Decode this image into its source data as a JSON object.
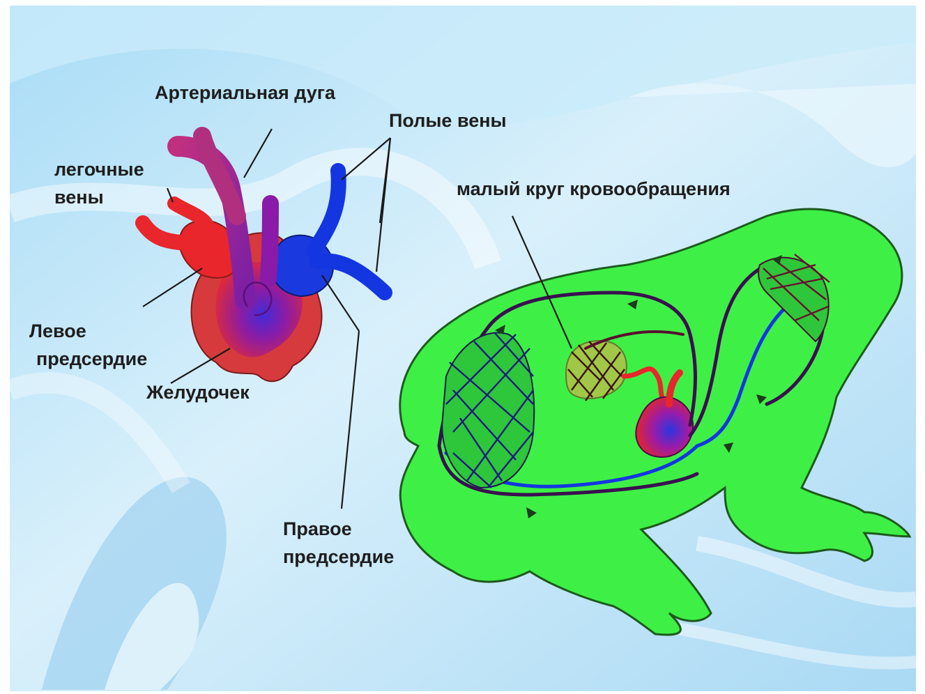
{
  "labels": {
    "arterial_arch": "Артериальная дуга",
    "vena_cava": "Полые вены",
    "pulmonary_veins": [
      "легочные",
      "вены"
    ],
    "pulmonary_circulation": "малый круг кровообращения",
    "left_atrium": [
      "Левое",
      "предсердие"
    ],
    "ventricle": "Желудочек",
    "right_atrium": [
      "Правое",
      "предсердие"
    ]
  },
  "colors": {
    "arterial": "#e8262b",
    "mixed": "#8a1a9e",
    "venous": "#1436e0",
    "frog_body": "#3ef045",
    "frog_outline": "#1a5c1a",
    "background": "#bfe3f6"
  }
}
